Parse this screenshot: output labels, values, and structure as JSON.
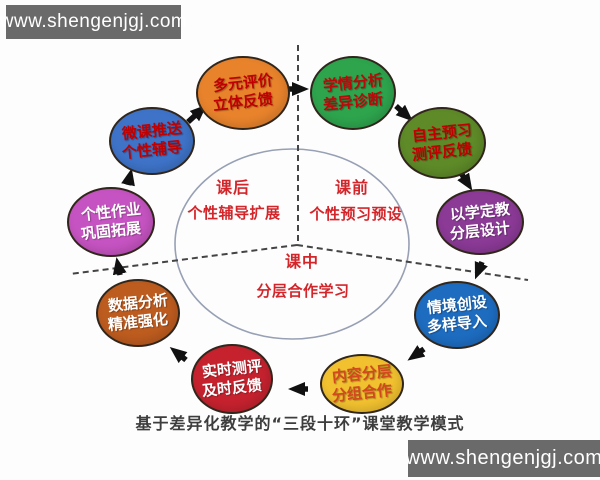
{
  "watermark_top": "www.shengenjgj.com",
  "watermark_bottom": "www.shengenjgj.com",
  "caption": "基于差异化教学的“三段十环”课堂教学模式",
  "colors": {
    "watermark_bg": "#6a6a6a",
    "center_text": "#d3262b",
    "dashed_line": "#444444",
    "circle_outline": "#97a0b4",
    "arrow": "#111111"
  },
  "center_circle": {
    "sections": [
      {
        "stage": "课后",
        "desc": "个性辅导扩展"
      },
      {
        "stage": "课前",
        "desc": "个性预习预设"
      },
      {
        "stage": "课中",
        "desc": "分层合作学习"
      }
    ]
  },
  "nodes": [
    {
      "lines": [
        "多元评价",
        "立体反馈"
      ],
      "fill": "#E8832C",
      "text_color": "#C00000"
    },
    {
      "lines": [
        "学情分析",
        "差异诊断"
      ],
      "fill": "#2EA44D",
      "text_color": "#B80A0A"
    },
    {
      "lines": [
        "自主预习",
        "测评反馈"
      ],
      "fill": "#5E8A28",
      "text_color": "#C00000"
    },
    {
      "lines": [
        "以学定教",
        "分层设计"
      ],
      "fill": "#8B3A96",
      "text_color": "#FFFFFF"
    },
    {
      "lines": [
        "情境创设",
        "多样导入"
      ],
      "fill": "#1D6CC0",
      "text_color": "#FFFFFF"
    },
    {
      "lines": [
        "内容分层",
        "分组合作"
      ],
      "fill": "#F1C12F",
      "text_color": "#D2491E"
    },
    {
      "lines": [
        "实时测评",
        "及时反馈"
      ],
      "fill": "#C5222E",
      "text_color": "#FFFFFF"
    },
    {
      "lines": [
        "数据分析",
        "精准强化"
      ],
      "fill": "#BD5C1F",
      "text_color": "#FFFFFF"
    },
    {
      "lines": [
        "个性作业",
        "巩固拓展"
      ],
      "fill": "#C553C1",
      "text_color": "#FFFFFF"
    },
    {
      "lines": [
        "微课推送",
        "个性辅导"
      ],
      "fill": "#3E73C8",
      "text_color": "#C00000"
    }
  ]
}
